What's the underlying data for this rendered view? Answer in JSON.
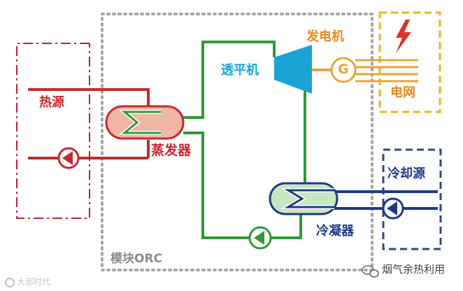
{
  "labels": {
    "heat_source": "热源",
    "evaporator": "蒸发器",
    "turbine": "透平机",
    "generator": "发电机",
    "grid": "电网",
    "condenser": "冷凝器",
    "cooling_source": "冷却源",
    "module": "模块ORC",
    "generator_symbol": "G"
  },
  "watermarks": {
    "left": "大部时代",
    "right": "烟气余热利用"
  },
  "icons": {
    "lightning": "lightning-icon",
    "wechat": "wechat-icon"
  },
  "colors": {
    "heat_red": "#c8282f",
    "orc_green": "#2e9a3a",
    "cooling_blue": "#1f3a8a",
    "turbine_cyan": "#1ba3d6",
    "generator_orange": "#e8a43a",
    "module_gray": "#a6a6a6"
  }
}
